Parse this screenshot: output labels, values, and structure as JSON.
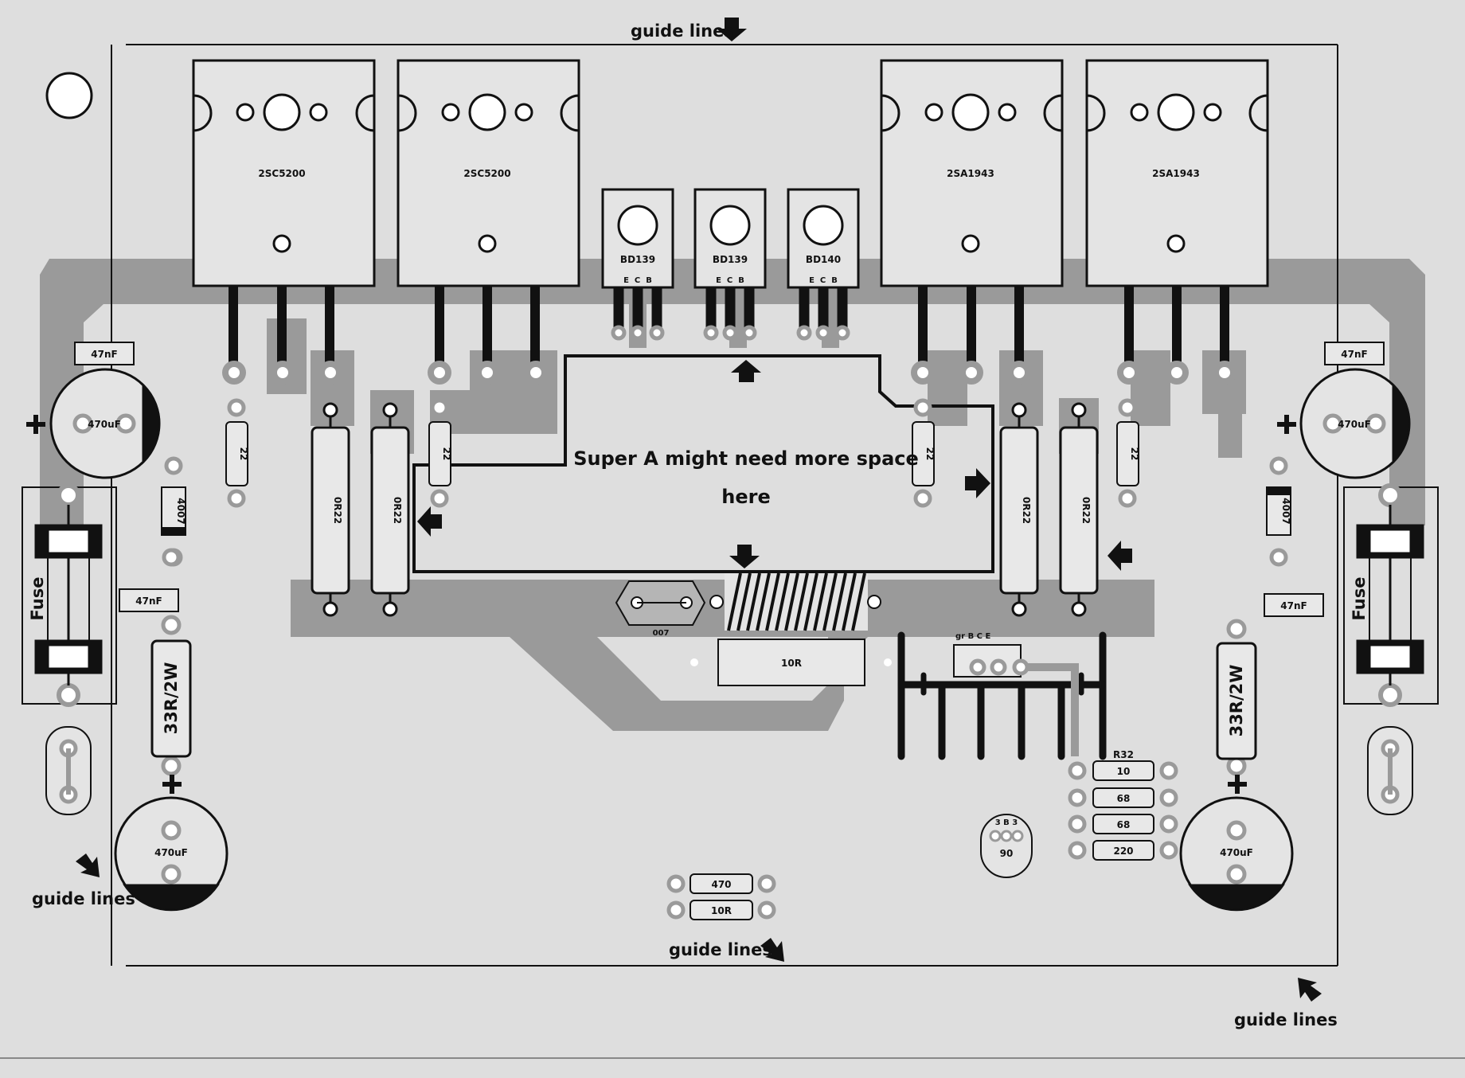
{
  "annotations": {
    "guide_top": "guide lines",
    "guide_left": "guide lines",
    "guide_bottom": "guide lines",
    "guide_right": "guide lines",
    "note_line1": "Super A might need more space",
    "note_line2": "here"
  },
  "transistors": {
    "t1": "2SC5200",
    "t2": "2SC5200",
    "t3": "2SA1943",
    "t4": "2SA1943",
    "d1": "BD139",
    "d2": "BD139",
    "d3": "BD140",
    "pins": "E  C  B"
  },
  "resistors": {
    "r_22_a": "22",
    "r_22_b": "22",
    "r_22_c": "22",
    "r_22_d": "22",
    "r_0r22_a": "0R22",
    "r_0r22_b": "0R22",
    "r_0r22_c": "0R22",
    "r_0r22_d": "0R22",
    "r_33_left": "33R/2W",
    "r_33_right": "33R/2W",
    "r_10r_mid": "10R",
    "r_r32": "R32",
    "r_10": "10",
    "r_68a": "68",
    "r_68b": "68",
    "r_220": "220",
    "r_470": "470",
    "r_10r_bottom": "10R"
  },
  "capacitors": {
    "c_47nf_tl": "47nF",
    "c_47nf_tr": "47nF",
    "c_47nf_ml": "47nF",
    "c_47nf_mr": "47nF",
    "c_470uf_tl": "470uF",
    "c_470uf_tr": "470uF",
    "c_470uf_bl": "470uF",
    "c_470uf_br": "470uF",
    "c_007": "007"
  },
  "misc": {
    "fuse_left": "Fuse",
    "fuse_right": "Fuse",
    "diode_left": "4007",
    "diode_right": "4007",
    "ebc_pins": "gr B C E",
    "small_tr_pins": "3 B 3",
    "small_tr_label": "90"
  },
  "colors": {
    "background": "#dedede",
    "copper": "#9a9a9a",
    "ink": "#111111"
  }
}
